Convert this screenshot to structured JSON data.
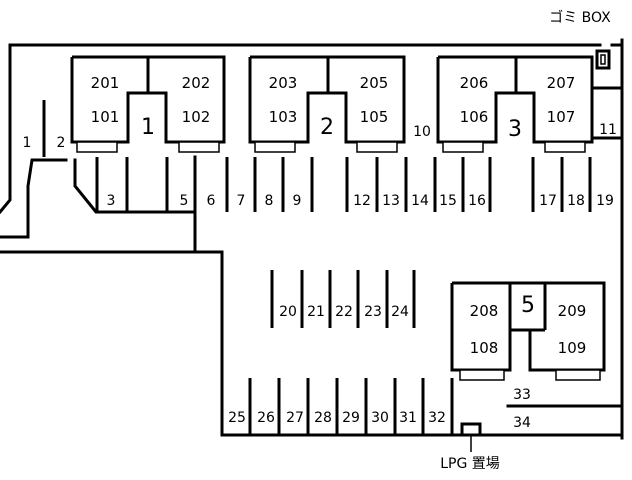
{
  "annotations": {
    "garbage_box": "ゴミ BOX",
    "lpg_storage": "LPG 置場"
  },
  "buildings": [
    {
      "number": "1",
      "units": [
        "201",
        "101",
        "202",
        "102"
      ]
    },
    {
      "number": "2",
      "units": [
        "203",
        "103",
        "205",
        "105"
      ]
    },
    {
      "number": "3",
      "units": [
        "206",
        "106",
        "207",
        "107"
      ]
    },
    {
      "number": "5",
      "units": [
        "208",
        "108",
        "209",
        "109"
      ]
    }
  ],
  "parking_spaces": [
    "1",
    "2",
    "3",
    "5",
    "6",
    "7",
    "8",
    "9",
    "10",
    "11",
    "12",
    "13",
    "14",
    "15",
    "16",
    "17",
    "18",
    "19",
    "20",
    "21",
    "22",
    "23",
    "24",
    "25",
    "26",
    "27",
    "28",
    "29",
    "30",
    "31",
    "32",
    "33",
    "34"
  ]
}
